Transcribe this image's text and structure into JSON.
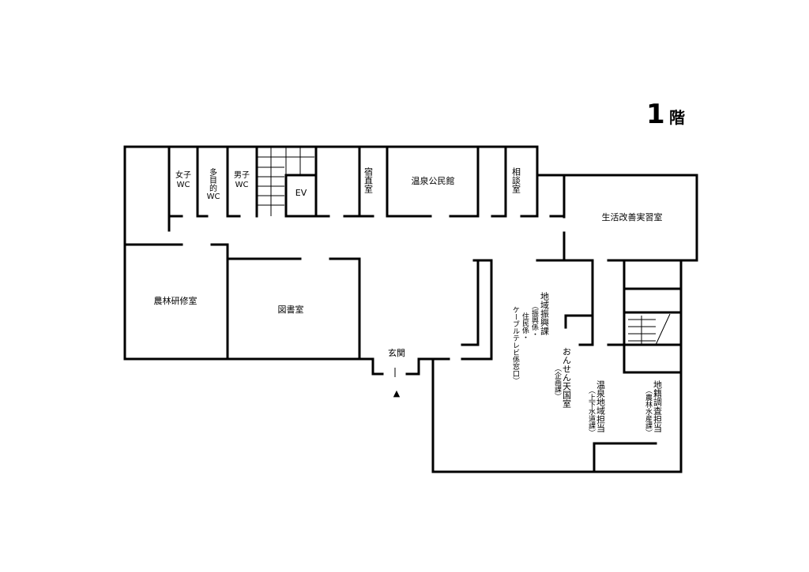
{
  "floor": {
    "number": "1",
    "suffix": "階"
  },
  "rooms": {
    "wc_female": {
      "line1": "女子",
      "line2": "WC"
    },
    "wc_multi": {
      "line1": "多",
      "line2": "目",
      "line3": "的",
      "line4": "WC"
    },
    "wc_male": {
      "line1": "男子",
      "line2": "WC"
    },
    "elevator": "EV",
    "night_duty": "宿直室",
    "onsen_hall": "温泉公民館",
    "consult": "相談室",
    "life_improve": "生活改善実習室",
    "agri_training": "農林研修室",
    "library": "図書室",
    "entrance": "玄関",
    "regional_promo": "地域振興課",
    "regional_promo_sub1": "（振興係・",
    "regional_promo_sub2": "住民係・",
    "regional_promo_sub3": "ケーブルテレビ係窓口）",
    "onsen_heaven": "おんせん天国室",
    "onsen_heaven_sub": "（企画課）",
    "onsen_area": "温泉地域担当",
    "onsen_area_sub": "（上下水道課）",
    "land_survey": "地籍調査担当",
    "land_survey_sub": "（農林水産課）"
  },
  "entrance_marker": "▲"
}
